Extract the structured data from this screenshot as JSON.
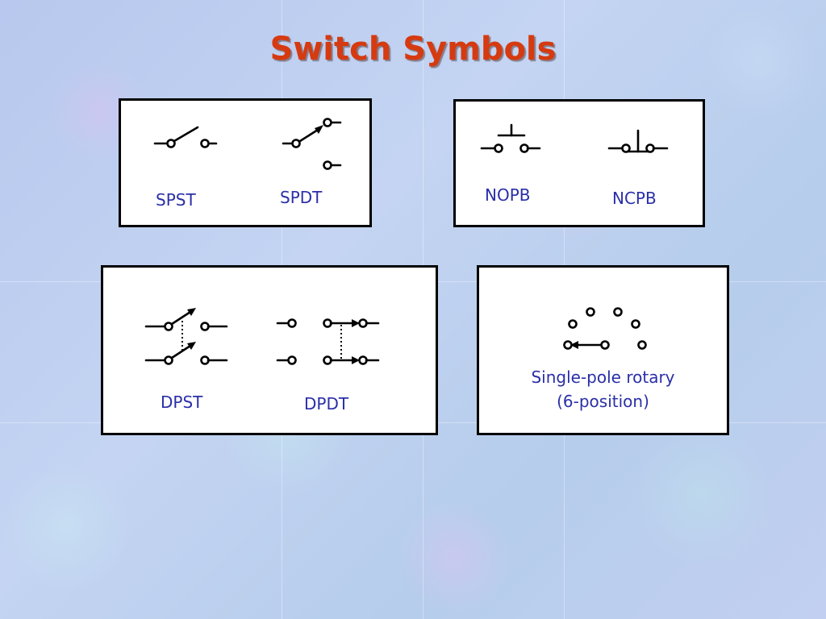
{
  "slide": {
    "title": "Switch Symbols"
  },
  "panels": {
    "top_left": {
      "symbols": [
        {
          "label": "SPST",
          "icon": "spst-switch-icon"
        },
        {
          "label": "SPDT",
          "icon": "spdt-switch-icon"
        }
      ]
    },
    "top_right": {
      "symbols": [
        {
          "label": "NOPB",
          "icon": "nopb-switch-icon"
        },
        {
          "label": "NCPB",
          "icon": "ncpb-switch-icon"
        }
      ]
    },
    "bottom_left": {
      "symbols": [
        {
          "label": "DPST",
          "icon": "dpst-switch-icon"
        },
        {
          "label": "DPDT",
          "icon": "dpdt-switch-icon"
        }
      ]
    },
    "bottom_right": {
      "symbols": [
        {
          "label_line1": "Single-pole rotary",
          "label_line2": "(6-position)",
          "icon": "rotary-switch-icon"
        }
      ]
    }
  },
  "colors": {
    "title": "#d63a10",
    "label": "#2a2fa8",
    "panel_border": "#000000",
    "panel_fill": "#ffffff"
  }
}
